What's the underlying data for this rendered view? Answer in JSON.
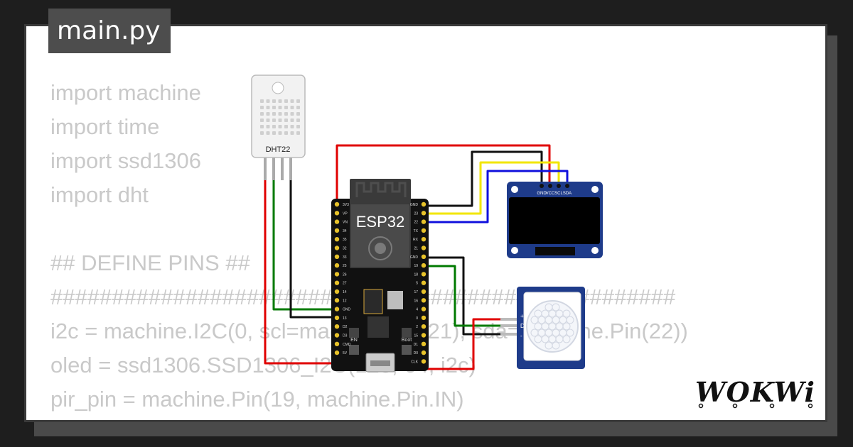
{
  "file_tab": {
    "label": "main.py"
  },
  "code_lines": [
    "import machine",
    "import time",
    "import ssd1306",
    "import dht",
    "",
    "## DEFINE PINS ##",
    "###################################################",
    "i2c = machine.I2C(0, scl=machine.Pin(21), sda=machine.Pin(22))",
    "oled = ssd1306.SSD1306_I2C(128, 64, i2c)",
    "pir_pin = machine.Pin(19, machine.Pin.IN)"
  ],
  "components": {
    "dht22": {
      "label": "DHT22"
    },
    "esp32": {
      "label": "ESP32",
      "left_pins": [
        "3V3",
        "VP",
        "VN",
        "34",
        "35",
        "32",
        "33",
        "25",
        "26",
        "27",
        "14",
        "12",
        "GND",
        "13",
        "D2",
        "D3",
        "CMD",
        "5V"
      ],
      "right_pins": [
        "GND",
        "23",
        "22",
        "TX",
        "RX",
        "21",
        "GND",
        "19",
        "18",
        "5",
        "17",
        "16",
        "4",
        "0",
        "2",
        "15",
        "D1",
        "D0",
        "CLK"
      ],
      "en_label": "EN",
      "boot_label": "Boot"
    },
    "oled": {
      "pin_labels": [
        "GND",
        "VCC",
        "SCL",
        "SDA"
      ]
    },
    "pir": {
      "pin_labels": [
        "+",
        "D",
        "-"
      ]
    }
  },
  "wire_colors": {
    "red": "#e00000",
    "black": "#111111",
    "yellow": "#f2e600",
    "blue": "#1010dd",
    "green": "#007a00"
  },
  "logo": {
    "text": "WOKWi"
  }
}
